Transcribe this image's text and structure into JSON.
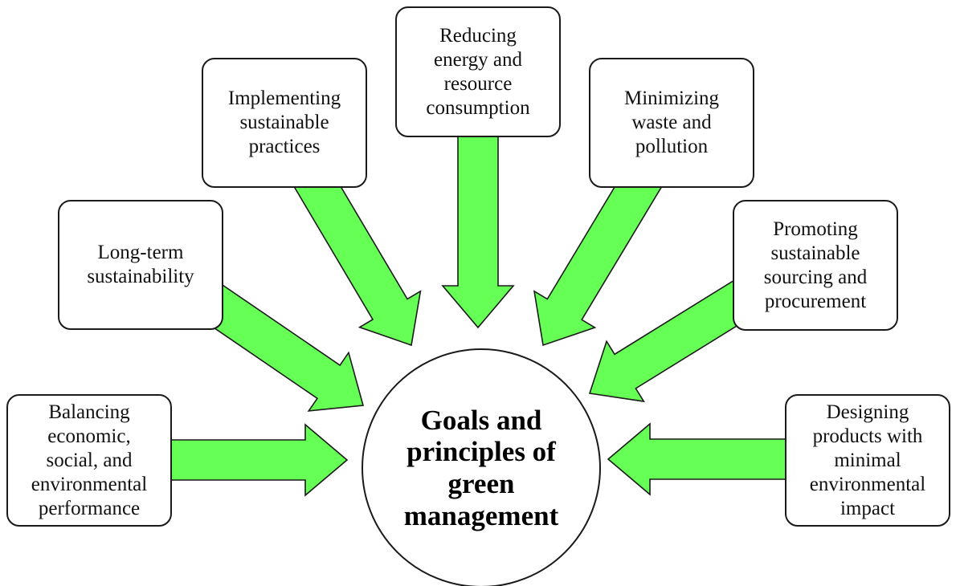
{
  "center": {
    "label": "Goals and\nprinciples of\ngreen\nmanagement"
  },
  "items": [
    {
      "label": "Balancing\neconomic,\nsocial, and\nenvironmental\nperformance"
    },
    {
      "label": "Long-term\nsustainability"
    },
    {
      "label": "Implementing\nsustainable\npractices"
    },
    {
      "label": "Reducing\nenergy and\nresource\nconsumption"
    },
    {
      "label": "Minimizing\nwaste and\npollution"
    },
    {
      "label": "Promoting\nsustainable\nsourcing and\nprocurement"
    },
    {
      "label": "Designing\nproducts with\nminimal\nenvironmental\nimpact"
    }
  ],
  "colors": {
    "arrow": "#66FF55",
    "stroke": "#1a1a1a"
  }
}
